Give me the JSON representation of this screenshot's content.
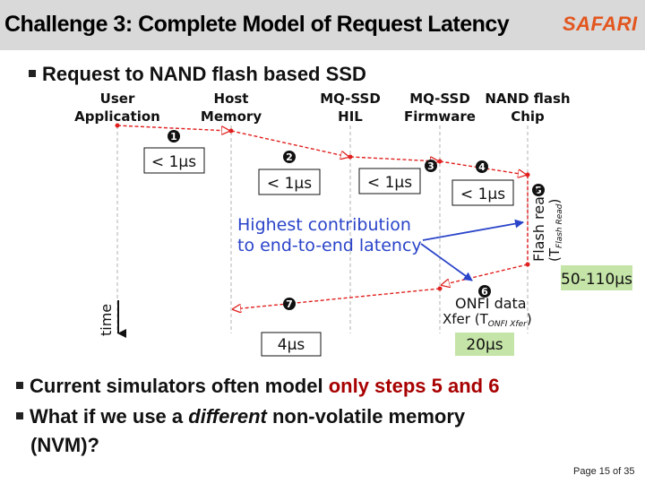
{
  "header": {
    "title": "Challenge 3: Complete Model of Request Latency",
    "logo": "SAFARI"
  },
  "bullets": {
    "b1": "Request to NAND flash based SSD",
    "b2_prefix": "Current simulators often model ",
    "b2_highlight": "only steps 5 and 6",
    "b3_prefix": "What if we use a ",
    "b3_em": "different",
    "b3_suffix": " non-volatile memory",
    "b3_line2": "(NVM)?"
  },
  "diagram": {
    "columns": [
      {
        "line1": "User",
        "line2": "Application"
      },
      {
        "line1": "Host",
        "line2": "Memory"
      },
      {
        "line1": "MQ-SSD",
        "line2": "HIL"
      },
      {
        "line1": "MQ-SSD",
        "line2": "Firmware"
      },
      {
        "line1": "NAND flash",
        "line2": "Chip"
      }
    ],
    "steps": [
      "1",
      "2",
      "3",
      "4",
      "5",
      "6",
      "7"
    ],
    "boxes": [
      "< 1μs",
      "< 1μs",
      "< 1μs",
      "< 1μs"
    ],
    "highlight_line1": "Highest contribution",
    "highlight_line2": "to end-to-end latency",
    "flash_read_label": "Flash read",
    "flash_read_sub_open": "(T",
    "flash_read_sub_main": "Flash Read",
    "flash_read_sub_close": ")",
    "range_label": "50-110μs",
    "onfi_line1": "ONFI data",
    "onfi_line2_prefix": "Xfer (T",
    "onfi_line2_sub": "ONFI Xfer",
    "onfi_line2_suffix": ")",
    "box_4us": "4μs",
    "box_20us": "20μs",
    "time_label": "time"
  },
  "footer": {
    "page": "Page 15 of 35"
  },
  "colors": {
    "title_bg": "#d9d9d9",
    "logo": "#e2561f",
    "arrow_red": "#e0201e",
    "highlight_blue": "#2a44c9",
    "box_green": "#c5e4a7",
    "step_badge": "#111111",
    "emphasis": "#a80000"
  }
}
